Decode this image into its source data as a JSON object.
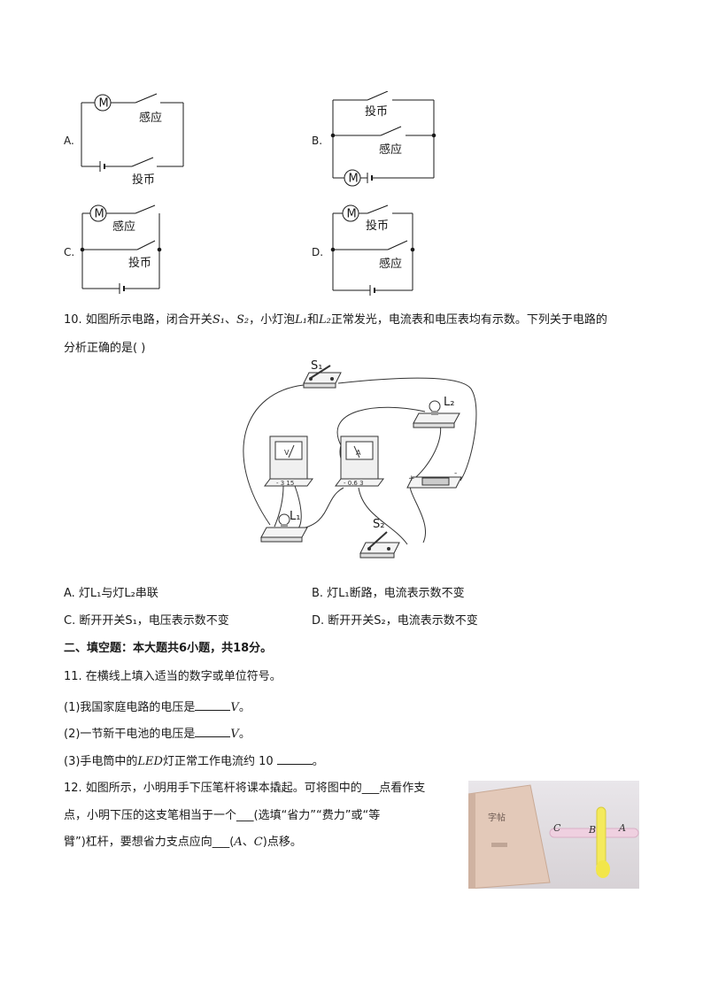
{
  "q9": {
    "options": [
      {
        "letter": "A.",
        "motor": "M",
        "label1": "感应",
        "label2": "投币"
      },
      {
        "letter": "B.",
        "motor": "M",
        "label1": "投币",
        "label2": "感应"
      },
      {
        "letter": "C.",
        "motor": "M",
        "label1": "感应",
        "label2": "投币"
      },
      {
        "letter": "D.",
        "motor": "M",
        "label1": "投币",
        "label2": "感应"
      }
    ]
  },
  "q10": {
    "line1_pre": "10. 如图所示电路，闭合开关",
    "s1": "S₁",
    "sep": "、",
    "s2": "S₂",
    "line1_mid": "，小灯泡",
    "l1": "L₁",
    "and": "和",
    "l2": "L₂",
    "line1_post": "正常发光，电流表和电压表均有示数。下列关于电路的",
    "line2": "分析正确的是(    )",
    "figure": {
      "s1": "S₁",
      "s2": "S₂",
      "l1": "L₁",
      "l2": "L₂",
      "voltmeter": "V",
      "ammeter": "A",
      "v_terminals": "- 3 15",
      "a_terminals": "- 0.6 3",
      "plus": "+",
      "minus": "-"
    },
    "optA": "A. 灯L₁与灯L₂串联",
    "optB": "B. 灯L₁断路，电流表示数不变",
    "optC": "C. 断开开关S₁，电压表示数不变",
    "optD": "D. 断开开关S₂，电流表示数不变"
  },
  "section2": {
    "prefix": "二、填空题：本大题共",
    "count": "6",
    "mid": "小题，共",
    "score": "18",
    "suffix": "分。"
  },
  "q11": {
    "stem": "11. 在横线上填入适当的数字或单位符号。",
    "p1_pre": "(1)我国家庭电路的电压是",
    "p1_unit": "V",
    "p1_end": "。",
    "p2_pre": "(2)一节新干电池的电压是",
    "p2_unit": "V",
    "p2_end": "。",
    "p3_pre": "(3)手电筒中的",
    "p3_led": "LED",
    "p3_mid": "灯正常工作电流约 10",
    "p3_end": "。"
  },
  "q12": {
    "line1": "12. 如图所示，小明用手下压笔杆将课本撬起。可将图中的___点看作支",
    "line2": "点，小明下压的这支笔相当于一个___(选填“省力”“费力”或“等",
    "line3_pre": "臂”)杠杆，要想省力支点应向___(",
    "line3_a": "A",
    "line3_sep": "、",
    "line3_c": "C",
    "line3_post": ")点移。",
    "photo": {
      "c": "C",
      "b": "B",
      "a": "A",
      "book": "字帖"
    }
  }
}
